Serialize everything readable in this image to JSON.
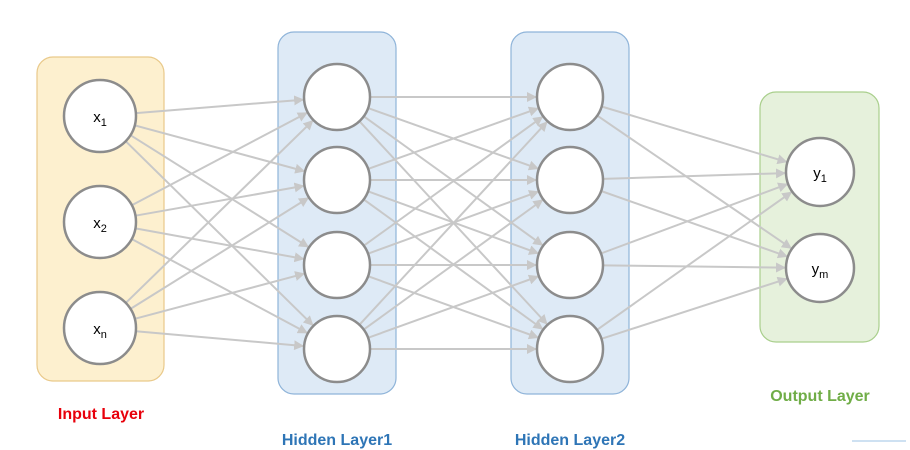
{
  "layers": [
    {
      "key": "input",
      "label": "Input Layer",
      "label_color": "#e8000b",
      "box_fill": "#fdf0cf",
      "box_stroke": "#e9c98a",
      "nodes": [
        {
          "base": "x",
          "sub": "1"
        },
        {
          "base": "x",
          "sub": "2"
        },
        {
          "base": "x",
          "sub": "n"
        }
      ]
    },
    {
      "key": "hidden1",
      "label": "Hidden Layer1",
      "label_color": "#2e75b6",
      "box_fill": "#deeaf6",
      "box_stroke": "#8fb4d9",
      "nodes": [
        {
          "base": "",
          "sub": ""
        },
        {
          "base": "",
          "sub": ""
        },
        {
          "base": "",
          "sub": ""
        },
        {
          "base": "",
          "sub": ""
        }
      ]
    },
    {
      "key": "hidden2",
      "label": "Hidden Layer2",
      "label_color": "#2e75b6",
      "box_fill": "#deeaf6",
      "box_stroke": "#8fb4d9",
      "nodes": [
        {
          "base": "",
          "sub": ""
        },
        {
          "base": "",
          "sub": ""
        },
        {
          "base": "",
          "sub": ""
        },
        {
          "base": "",
          "sub": ""
        }
      ]
    },
    {
      "key": "output",
      "label": "Output Layer",
      "label_color": "#70ad47",
      "box_fill": "#e6f1dc",
      "box_stroke": "#a9cf8c",
      "nodes": [
        {
          "base": "y",
          "sub": "1"
        },
        {
          "base": "y",
          "sub": "m"
        }
      ]
    }
  ],
  "connections": "fully-connected",
  "colors": {
    "edge": "#c8c8c8",
    "node_fill": "#ffffff",
    "node_stroke": "#8c8c8c"
  }
}
